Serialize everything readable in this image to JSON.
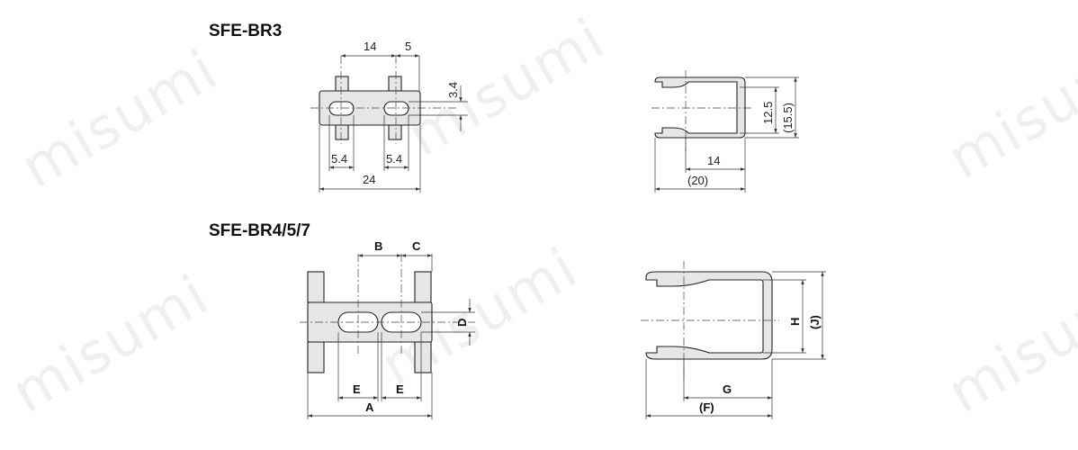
{
  "watermark": "misumi",
  "sfe_br3": {
    "title": "SFE-BR3",
    "top_view": {
      "dim_14": "14",
      "dim_5": "5",
      "dim_3_4": "3.4",
      "dim_5_4_left": "5.4",
      "dim_5_4_right": "5.4",
      "dim_24": "24"
    },
    "side_view": {
      "dim_12_5": "12.5",
      "dim_15_5": "(15.5)",
      "dim_14": "14",
      "dim_20": "(20)"
    }
  },
  "sfe_br457": {
    "title": "SFE-BR4/5/7",
    "top_view": {
      "dim_B": "B",
      "dim_C": "C",
      "dim_D": "D",
      "dim_E_left": "E",
      "dim_E_right": "E",
      "dim_A": "A"
    },
    "side_view": {
      "dim_H": "H",
      "dim_J": "(J)",
      "dim_G": "G",
      "dim_F": "(F)"
    }
  }
}
